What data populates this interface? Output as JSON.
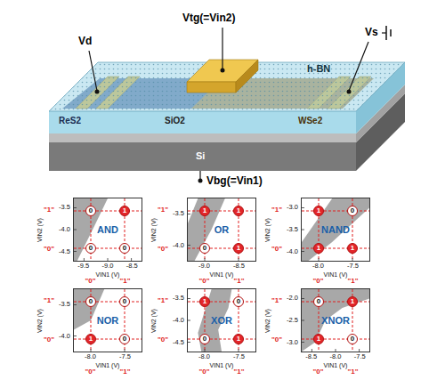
{
  "diagram": {
    "nodes": [
      {
        "text": [
          "AND"
        ]
      },
      {
        "text": [
          "0"
        ],
        "in": 0
      },
      {
        "text": [
          "1"
        ],
        "in": 0
      },
      {
        "text": [
          "0"
        ],
        "in": 0
      },
      {
        "text": [
          "0"
        ],
        "in": 0
      },
      {
        "text": [
          "OR"
        ]
      },
      {
        "text": [
          "1"
        ],
        "in": 5
      },
      {
        "text": [
          "1"
        ],
        "in": 5
      },
      {
        "text": [
          "0"
        ],
        "in": 5
      },
      {
        "text": [
          "1"
        ],
        "in": 5
      },
      {
        "text": [
          "NAND"
        ]
      },
      {
        "text": [
          "1"
        ],
        "in": 10
      },
      {
        "text": [
          "0"
        ],
        "in": 10
      },
      {
        "text": [
          "1"
        ],
        "in": 10
      },
      {
        "text": [
          "1"
        ],
        "in": 10
      },
      {
        "text": [
          "NOR"
        ]
      },
      {
        "text": [
          "0"
        ],
        "in": 15
      },
      {
        "text": [
          "0"
        ],
        "in": 15
      },
      {
        "text": [
          "1"
        ],
        "in": 15
      },
      {
        "text": [
          "0"
        ],
        "in": 15
      },
      {
        "text": [
          "XOR"
        ]
      },
      {
        "text": [
          "1"
        ],
        "in": 20
      },
      {
        "text": [
          "0"
        ],
        "in": 20
      },
      {
        "text": [
          "0"
        ],
        "in": 20
      },
      {
        "text": [
          "1"
        ],
        "in": 20
      },
      {
        "text": [
          "XNOR"
        ]
      },
      {
        "text": [
          "0"
        ],
        "in": 25
      },
      {
        "text": [
          "1"
        ],
        "in": 25
      },
      {
        "text": [
          "1"
        ],
        "in": 25
      },
      {
        "text": [
          "0"
        ],
        "in": 25
      }
    ],
    "labels": [
      "Vd",
      "Vtg(=Vin2)",
      "Vs",
      "h-BN",
      "ReS2",
      "SiO2",
      "WSe2",
      "Si",
      "Vbg(=Vin1)",
      "VIN2 (V)",
      "VIN1 (V)",
      "-3.5",
      "-4.0",
      "-4.5",
      "-9.5",
      "-9.0",
      "-8.5",
      "\"1\"",
      "\"0\"",
      "\"0\"",
      "\"1\"",
      "VIN2 (V)",
      "VIN1 (V)",
      "-3.5",
      "-4.0",
      "-9.0",
      "-8.5",
      "\"1\"",
      "\"0\"",
      "\"0\"",
      "\"1\"",
      "VIN2 (V)",
      "VIN1 (V)",
      "-3.0",
      "-3.5",
      "-4.0",
      "-8.0",
      "-7.5",
      "\"1\"",
      "\"0\"",
      "\"0\"",
      "\"1\"",
      "VIN2 (V)",
      "VIN1 (V)",
      "-3.5",
      "-4.0",
      "-8.0",
      "-7.5",
      "\"1\"",
      "\"0\"",
      "\"0\"",
      "\"1\"",
      "VIN2 (V)",
      "VIN1 (V)",
      "-3.5",
      "-4.0",
      "-4.5",
      "-8.0",
      "-7.5",
      "\"1\"",
      "\"0\"",
      "\"0\"",
      "\"1\"",
      "VIN2 (V)",
      "VIN1 (V)",
      "-2.0",
      "-2.5",
      "-3.0",
      "-8.5",
      "-8.0",
      "-7.5",
      "\"1\"",
      "\"0\"",
      "\"0\"",
      "\"1\""
    ]
  }
}
